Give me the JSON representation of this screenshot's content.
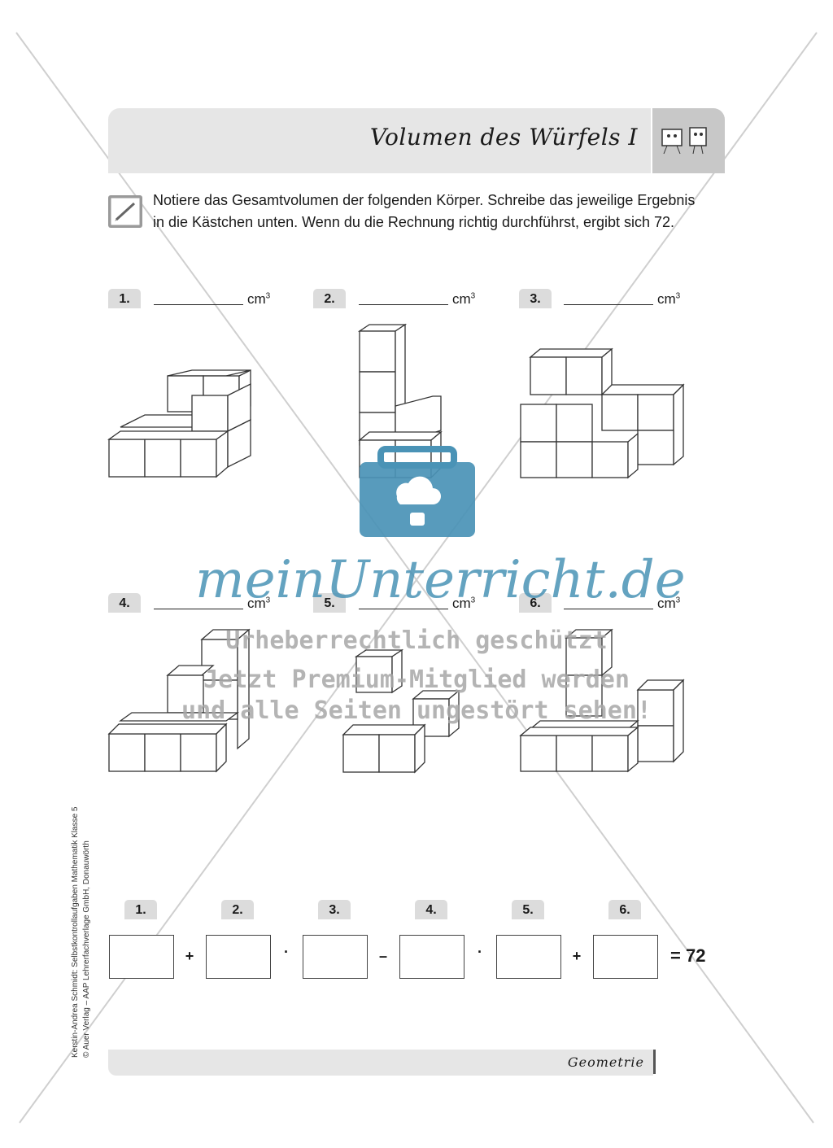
{
  "header": {
    "title": "Volumen des Würfels I"
  },
  "task": {
    "icon": "pencil-icon",
    "instruction": "Notiere das Gesamtvolumen der folgenden Körper. Schreibe das jeweilige Ergebnis in die Kästchen unten. Wenn du die Rechnung richtig durchführst, ergibt sich 72."
  },
  "figures": [
    {
      "label": "1.",
      "unit": "cm",
      "exp": "3"
    },
    {
      "label": "2.",
      "unit": "cm",
      "exp": "3"
    },
    {
      "label": "3.",
      "unit": "cm",
      "exp": "3"
    },
    {
      "label": "4.",
      "unit": "cm",
      "exp": "3"
    },
    {
      "label": "5.",
      "unit": "cm",
      "exp": "3"
    },
    {
      "label": "6.",
      "unit": "cm",
      "exp": "3"
    }
  ],
  "equation": {
    "labels": [
      "1.",
      "2.",
      "3.",
      "4.",
      "5.",
      "6."
    ],
    "operators": [
      "+",
      "·",
      "–",
      "·",
      "+"
    ],
    "result": "= 72"
  },
  "sidebar": {
    "line1": "Kerstin-Andrea Schmidt: Selbstkontrollaufgaben Mathematik Klasse 5",
    "line2": "© Auer Verlag – AAP Lehrerfachverlage GmbH, Donauwörth"
  },
  "footer": {
    "label": "Geometrie"
  },
  "watermark": {
    "brand": "meinUnterricht.de",
    "line1": "Urheberrechtlich geschützt",
    "line2": "Jetzt Premium-Mitglied werden",
    "line3": "und alle Seiten ungestört sehen!",
    "brand_color": "#4a93b6"
  }
}
